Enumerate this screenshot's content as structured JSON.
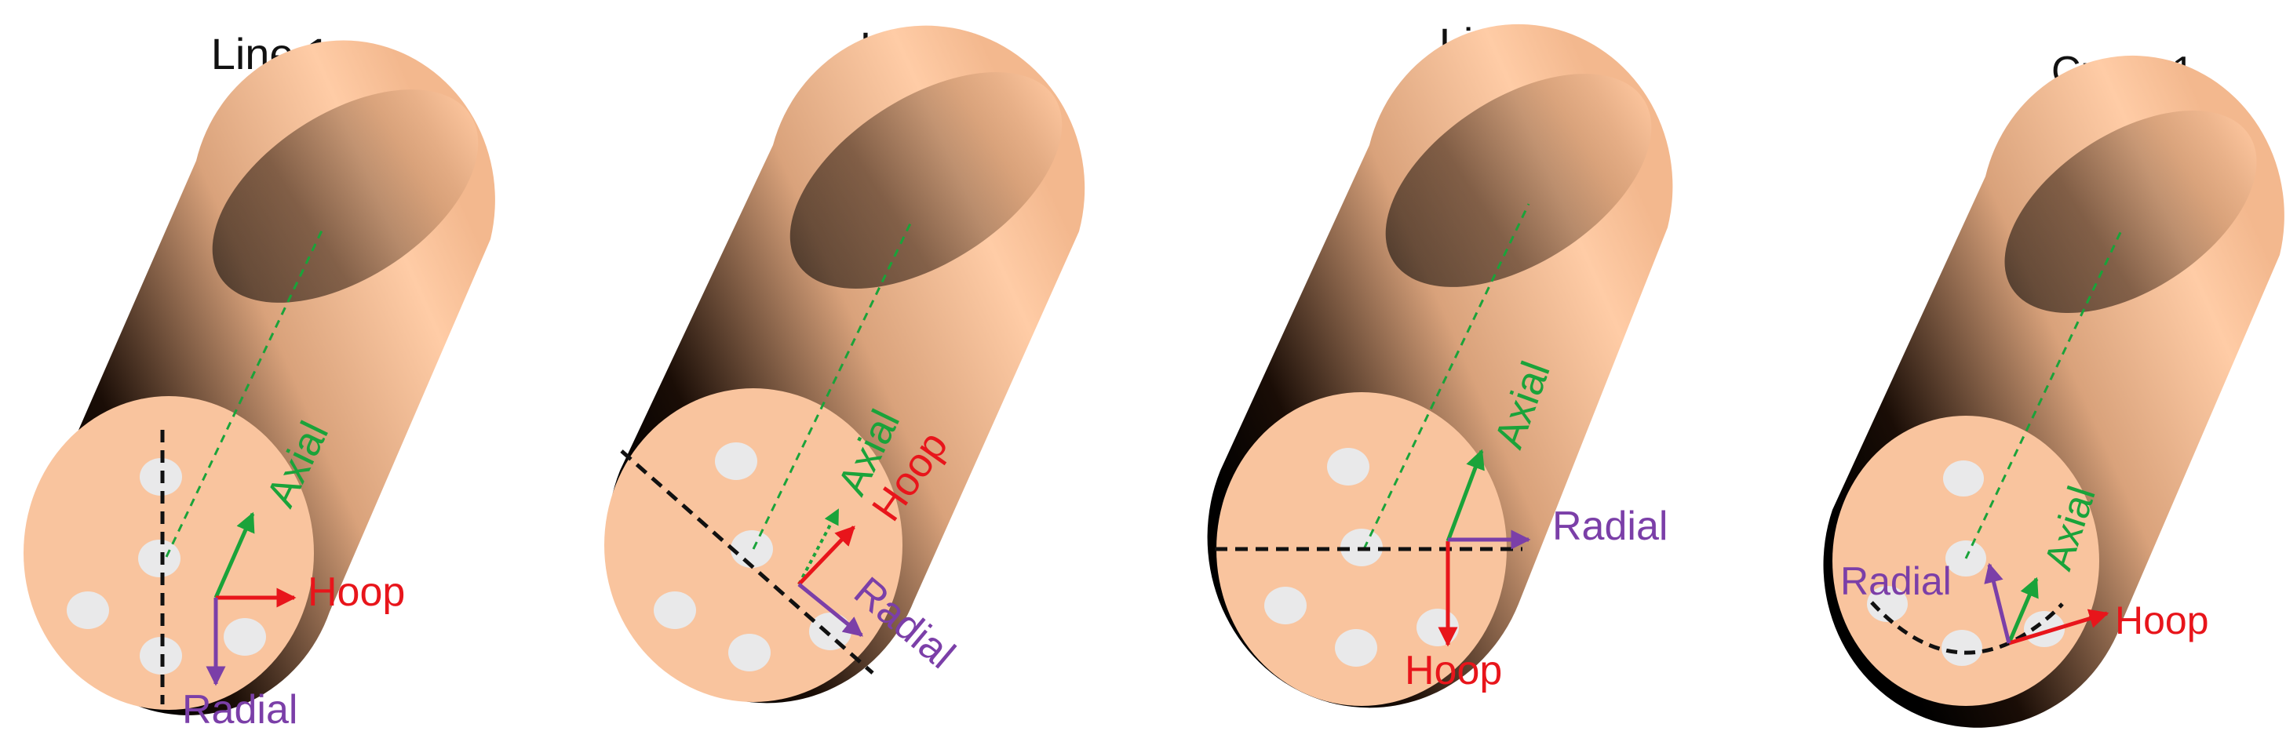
{
  "colors": {
    "axial": "#1aa33a",
    "hoop": "#e8151b",
    "radial": "#7b3fa8",
    "face": "#f9c49e",
    "hole": "#e9e9ea",
    "path": "#111111"
  },
  "panels": [
    {
      "title": "Line 1",
      "labels": {
        "axial": "Axial",
        "hoop": "Hoop",
        "radial": "Radial"
      }
    },
    {
      "title": "Line 2",
      "labels": {
        "axial": "Axial",
        "hoop": "Hoop",
        "radial": "Radial"
      }
    },
    {
      "title": "Line 3",
      "labels": {
        "axial": "Axial",
        "hoop": "Hoop",
        "radial": "Radial"
      }
    },
    {
      "title": "Curve 1",
      "labels": {
        "axial": "Axial",
        "hoop": "Hoop",
        "radial": "Radial"
      }
    }
  ]
}
